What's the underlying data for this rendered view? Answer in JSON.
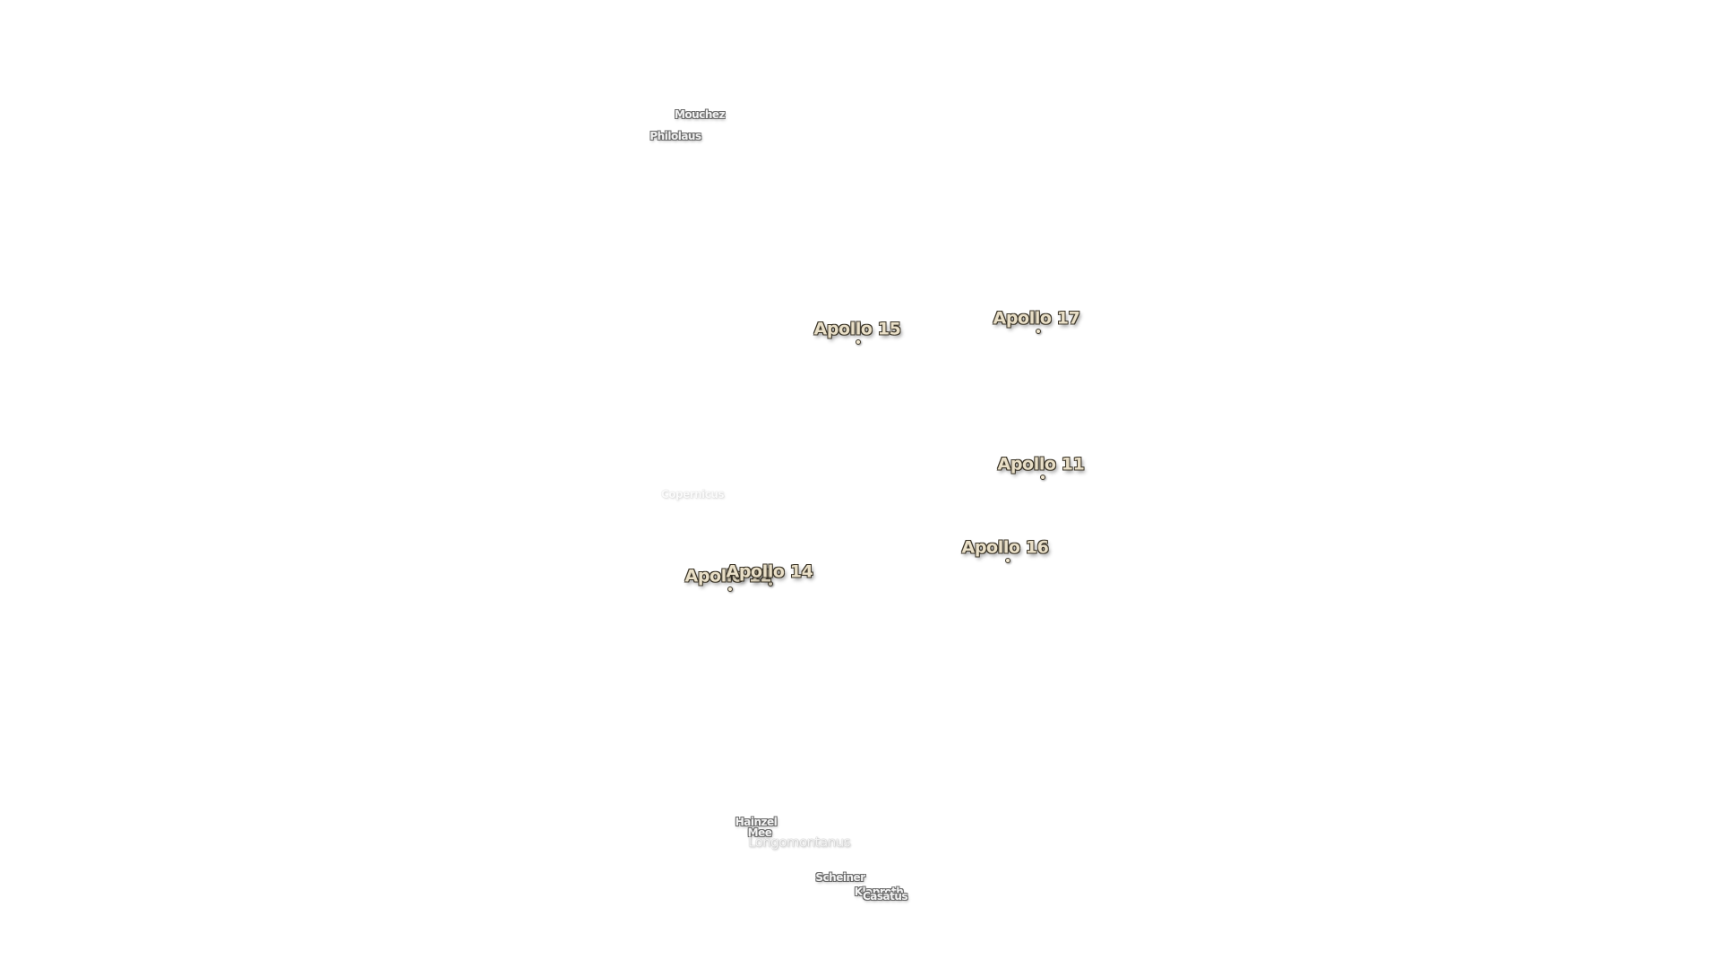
{
  "apollo_sites": [
    {
      "id": "apollo-15",
      "name": "Apollo 15"
    },
    {
      "id": "apollo-17",
      "name": "Apollo 17"
    },
    {
      "id": "apollo-11",
      "name": "Apollo 11"
    },
    {
      "id": "apollo-16",
      "name": "Apollo 16"
    },
    {
      "id": "apollo-12",
      "name": "Apollo 12"
    },
    {
      "id": "apollo-14",
      "name": "Apollo 14"
    }
  ],
  "craters": [
    {
      "id": "mouchez",
      "name": "Mouchez"
    },
    {
      "id": "philolaus",
      "name": "Philolaus"
    },
    {
      "id": "copernicus",
      "name": "Copernicus"
    },
    {
      "id": "hainzel",
      "name": "Hainzel"
    },
    {
      "id": "mee",
      "name": "Mee"
    },
    {
      "id": "longomontanus",
      "name": "Longomontanus"
    },
    {
      "id": "scheiner",
      "name": "Scheiner"
    },
    {
      "id": "klaproth",
      "name": "Klaproth"
    },
    {
      "id": "casatus",
      "name": "Casatus"
    }
  ],
  "colors": {
    "background": "#ffffff",
    "apollo_label_fill": "#e9dfc7",
    "apollo_label_outline": "#3b3528",
    "crater_label_fill": "#f2f2f2",
    "crater_label_outline": "#6a6a6a"
  }
}
